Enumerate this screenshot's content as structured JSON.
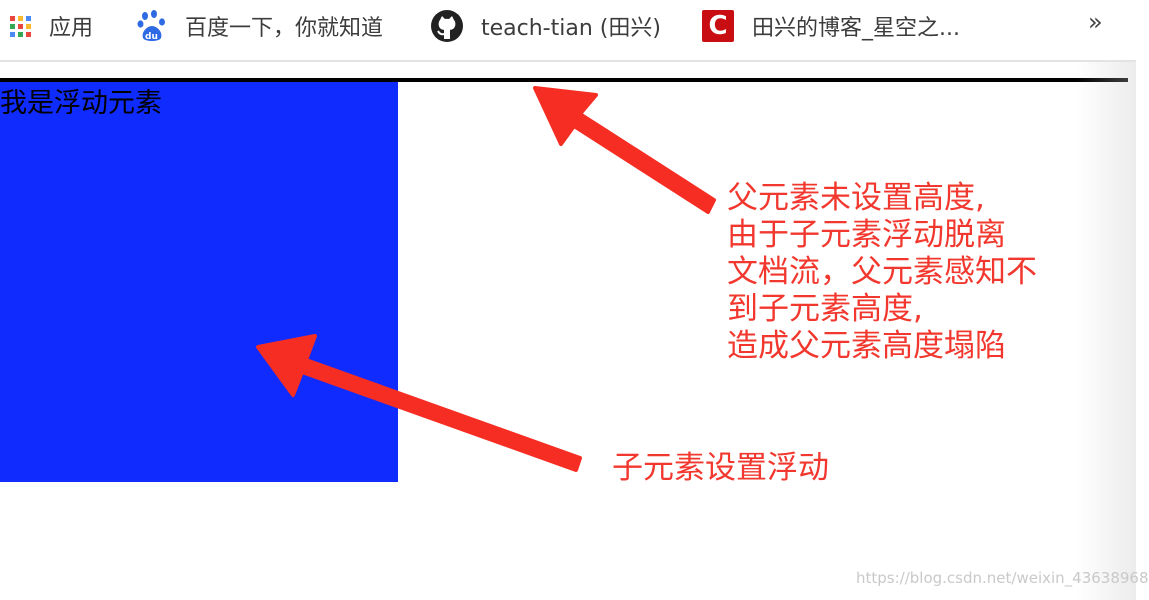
{
  "bookmarks": {
    "apps": {
      "label": "应用",
      "icon": "apps-grid-icon"
    },
    "baidu": {
      "label": "百度一下，你就知道",
      "icon": "baidu-paw-icon"
    },
    "github": {
      "label": "teach-tian (田兴)",
      "icon": "github-icon"
    },
    "csdn": {
      "label": "田兴的博客_星空之...",
      "icon": "csdn-icon",
      "logo_letter": "C"
    },
    "more": {
      "label": "»"
    }
  },
  "content": {
    "float_text": "我是浮动元素",
    "float_color": "#0f2bfe",
    "annotation_top": [
      "父元素未设置高度,",
      "由于子元素浮动脱离",
      "文档流，父元素感知不",
      "到子元素高度,",
      "造成父元素高度塌陷"
    ],
    "annotation_bottom": "子元素设置浮动",
    "annotation_color": "#f2382e"
  },
  "watermark": "https://blog.csdn.net/weixin_43638968"
}
